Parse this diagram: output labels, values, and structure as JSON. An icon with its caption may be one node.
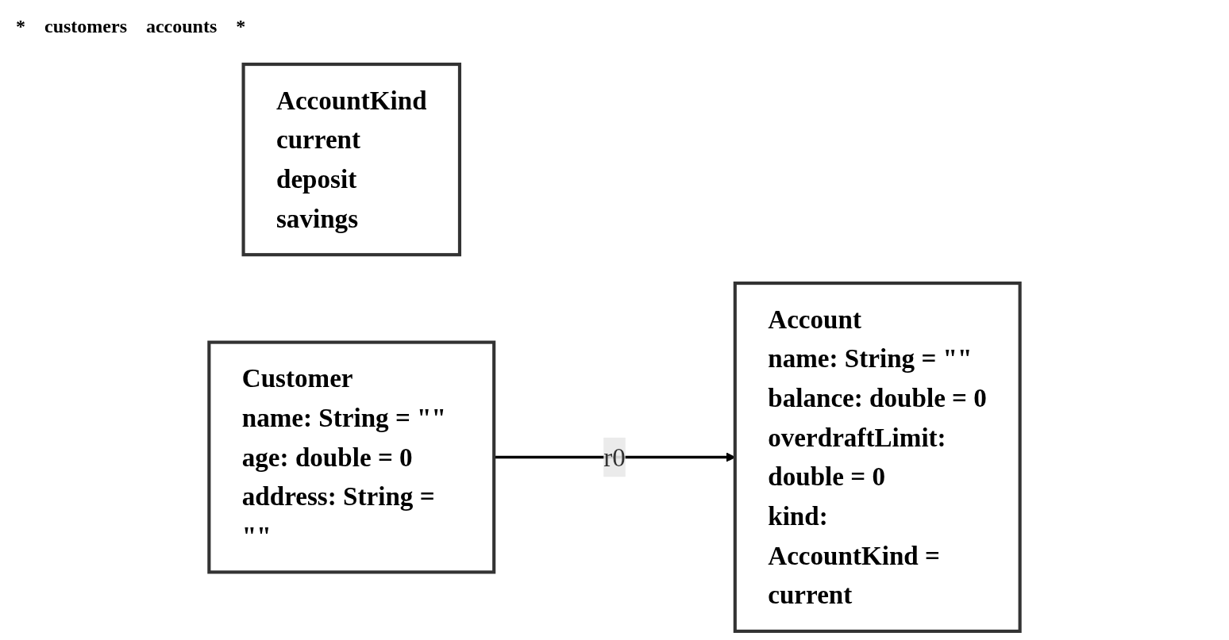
{
  "diagram": {
    "nodes": [
      {
        "text": [
          "AccountKind",
          "current",
          "deposit",
          "savings"
        ]
      },
      {
        "text": [
          "Customer",
          "name: String = \"\"",
          "age: double = 0",
          "address: String = \"\""
        ]
      },
      {
        "text": [
          "Account",
          "name: String = \"\"",
          "balance: double = 0",
          "overdraftLimit: double = 0",
          "kind: AccountKind = current"
        ]
      }
    ],
    "edges": [
      {
        "from": 1,
        "to": 2,
        "arrow": "to",
        "label": "r0"
      }
    ],
    "labels": [
      "*",
      "customers",
      "accounts",
      "*"
    ]
  }
}
